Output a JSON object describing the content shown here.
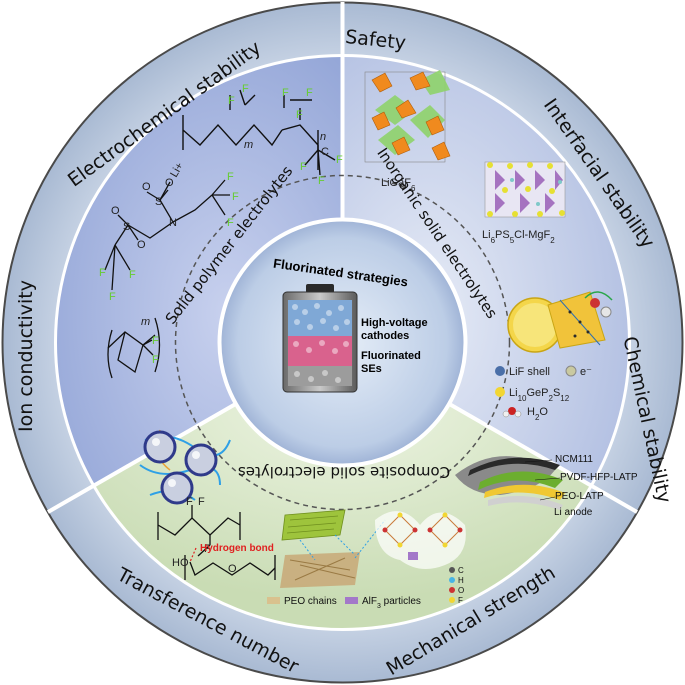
{
  "outer_ring": {
    "safety": "Safety",
    "electrochemical": "Electrochemical stability",
    "interfacial": "Interfacial stability",
    "ion_conductivity": "Ion conductivity",
    "chemical": "Chemical stability",
    "transference": "Transference number",
    "mechanical": "Mechanical strength"
  },
  "inner_ring": {
    "polymer": "Solid polymer electrolytes",
    "inorganic": "Inorganic solid electrolytes",
    "composite": "Composite solid electrolytes"
  },
  "center": {
    "title": "Fluorinated strategies",
    "cathode_label_1": "High-voltage",
    "cathode_label_2": "cathodes",
    "se_label_1": "Fluorinated",
    "se_label_2": "SEs"
  },
  "polymer_section": {
    "f": "F",
    "m": "m",
    "n": "n",
    "c": "C",
    "li_plus": "Li+",
    "s": "S",
    "o": "O",
    "n_atom": "N"
  },
  "inorganic_section": {
    "ligaf6": "LiGaF",
    "ligaf6_sub": "6",
    "lps_1": "Li",
    "lps_sub1": "6",
    "lps_2": "PS",
    "lps_sub2": "5",
    "lps_3": "Cl-MgF",
    "lps_sub3": "2",
    "lif_shell": "LiF shell",
    "electron": "e⁻",
    "lgps_1": "Li",
    "lgps_sub1": "10",
    "lgps_2": "GeP",
    "lgps_sub2": "2",
    "lgps_3": "S",
    "lgps_sub3": "12",
    "h2o_1": "H",
    "h2o_sub": "2",
    "h2o_2": "O"
  },
  "composite_section": {
    "ncm": "NCM111",
    "pvdf": "PVDF-HFP-LATP",
    "peo_latp": "PEO-LATP",
    "li_anode": "Li anode",
    "hydrogen_bond": "Hydrogen bond",
    "ho": "HO",
    "peo_chains": "PEO chains",
    "alf3_1": "AlF",
    "alf3_sub": "3",
    "alf3_2": " particles",
    "legend_c": "C",
    "legend_h": "H",
    "legend_o": "O",
    "legend_f": "F"
  },
  "colors": {
    "outer_ring": "#b8c7dd",
    "inner_top_left": "#a7b6de",
    "inner_top_right": "#cfd6ec",
    "inner_bottom": "#d9e6c9",
    "center": "#b9cbe5",
    "hydrogen_bond": "#e02020",
    "fluorine": "#66cc33"
  }
}
